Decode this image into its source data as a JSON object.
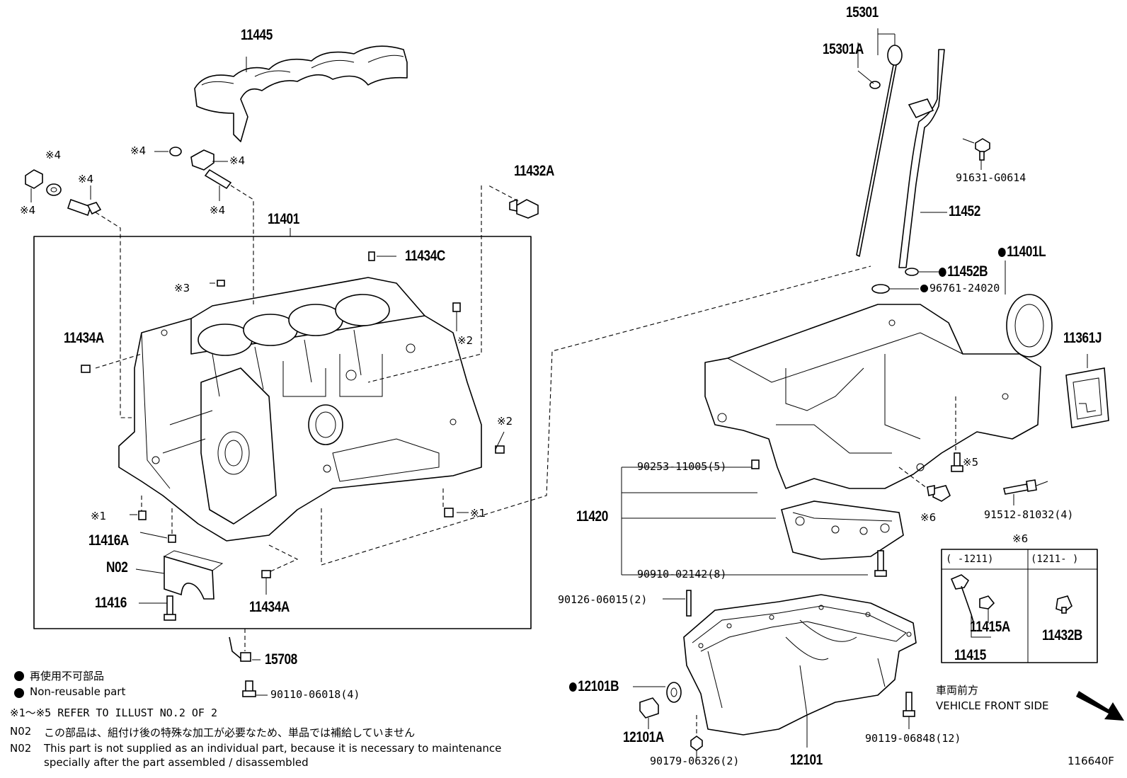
{
  "labels": {
    "p15301": "15301",
    "p15301a": "15301A",
    "p11445": "11445",
    "p91631": "91631-G0614",
    "p11432a": "11432A",
    "p11452": "11452",
    "p11401": "11401",
    "p11434c": "11434C",
    "p11401l": "11401L",
    "p11452b": "11452B",
    "p96761": "96761-24020",
    "p11434a_top": "11434A",
    "p11361j": "11361J",
    "p90253": "90253-11005(5)",
    "p91512": "91512-81032(4)",
    "p11420": "11420",
    "p11416a": "11416A",
    "pN02": "N02",
    "p11416": "11416",
    "p11434a_bot": "11434A",
    "p90910": "90910-02142(8)",
    "p90126": "90126-06015(2)",
    "p15708": "15708",
    "p90110": "90110-06018(4)",
    "p12101b": "12101B",
    "p12101a": "12101A",
    "p12101": "12101",
    "p90179": "90179-06326(2)",
    "p90119": "90119-06848(12)",
    "p11415a": "11415A",
    "p11415": "11415",
    "p11432b": "11432B"
  },
  "marks": {
    "m4": "※4",
    "m3": "※3",
    "m2": "※2",
    "m1": "※1",
    "m5": "※5",
    "m6": "※6"
  },
  "inset": {
    "title": "※6",
    "col1": "(    -1211)",
    "col2": "(1211-     )"
  },
  "legend": {
    "jp": "再使用不可部品",
    "en": "Non-reusable part",
    "refer": "※1～※5 REFER TO ILLUST NO.2 OF 2",
    "n02_code": "N02",
    "n02_jp": "この部品は、組付け後の特殊な加工が必要なため、単品では補給していません",
    "n02_en1": "This part is not supplied as an individual part, because it is necessary to maintenance",
    "n02_en2": "specially after the part assembled / disassembled"
  },
  "direction": {
    "jp": "車両前方",
    "en": "VEHICLE FRONT SIDE"
  },
  "figure_id": "116640F"
}
